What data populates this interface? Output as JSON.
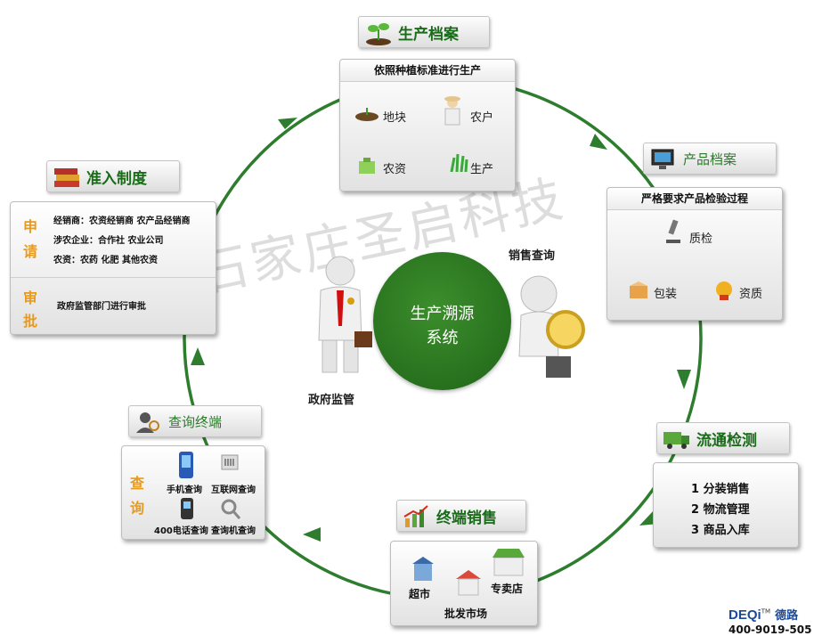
{
  "center": {
    "line1": "生产溯源",
    "line2": "系统"
  },
  "watermark": "石家庄圣启科技",
  "production_file": {
    "tag": "生产档案",
    "subtitle": "依照种植标准进行生产",
    "nodes": {
      "field": "地块",
      "farmer": "农户",
      "produce": "生产",
      "supplies": "农资"
    }
  },
  "product_file": {
    "tag": "产品档案",
    "subtitle": "严格要求产品检验过程",
    "nodes": {
      "inspect": "质检",
      "package": "包装",
      "qualify": "资质"
    }
  },
  "circulation": {
    "tag": "流通检测",
    "items": [
      "1  分装销售",
      "2  物流管理",
      "3  商品入库"
    ]
  },
  "terminal_sales": {
    "tag": "终端销售",
    "nodes": {
      "supermarket": "超市",
      "store": "专卖店",
      "wholesale": "批发市场"
    }
  },
  "query_terminal": {
    "tag": "查询终端",
    "side": [
      "查",
      "询"
    ],
    "items": {
      "mobile": "手机查询",
      "internet": "互联网查询",
      "phone": "400电话查询",
      "kiosk": "查询机查询"
    }
  },
  "access_system": {
    "tag": "准入制度",
    "apply_side": [
      "申",
      "请"
    ],
    "approve_side": [
      "审",
      "批"
    ],
    "apply_lines": [
      "经销商：农资经销商      农产品经销商",
      "涉农企业：合作社      农业公司",
      "农资：农药    化肥    其他农资"
    ],
    "approve_line": "政府监管部门进行审批"
  },
  "labels": {
    "gov": "政府监管",
    "sales_query": "销售查询"
  },
  "brand": {
    "logo": "DEQi",
    "tm": "TM",
    "name": "德路",
    "phone": "400-9019-505"
  }
}
